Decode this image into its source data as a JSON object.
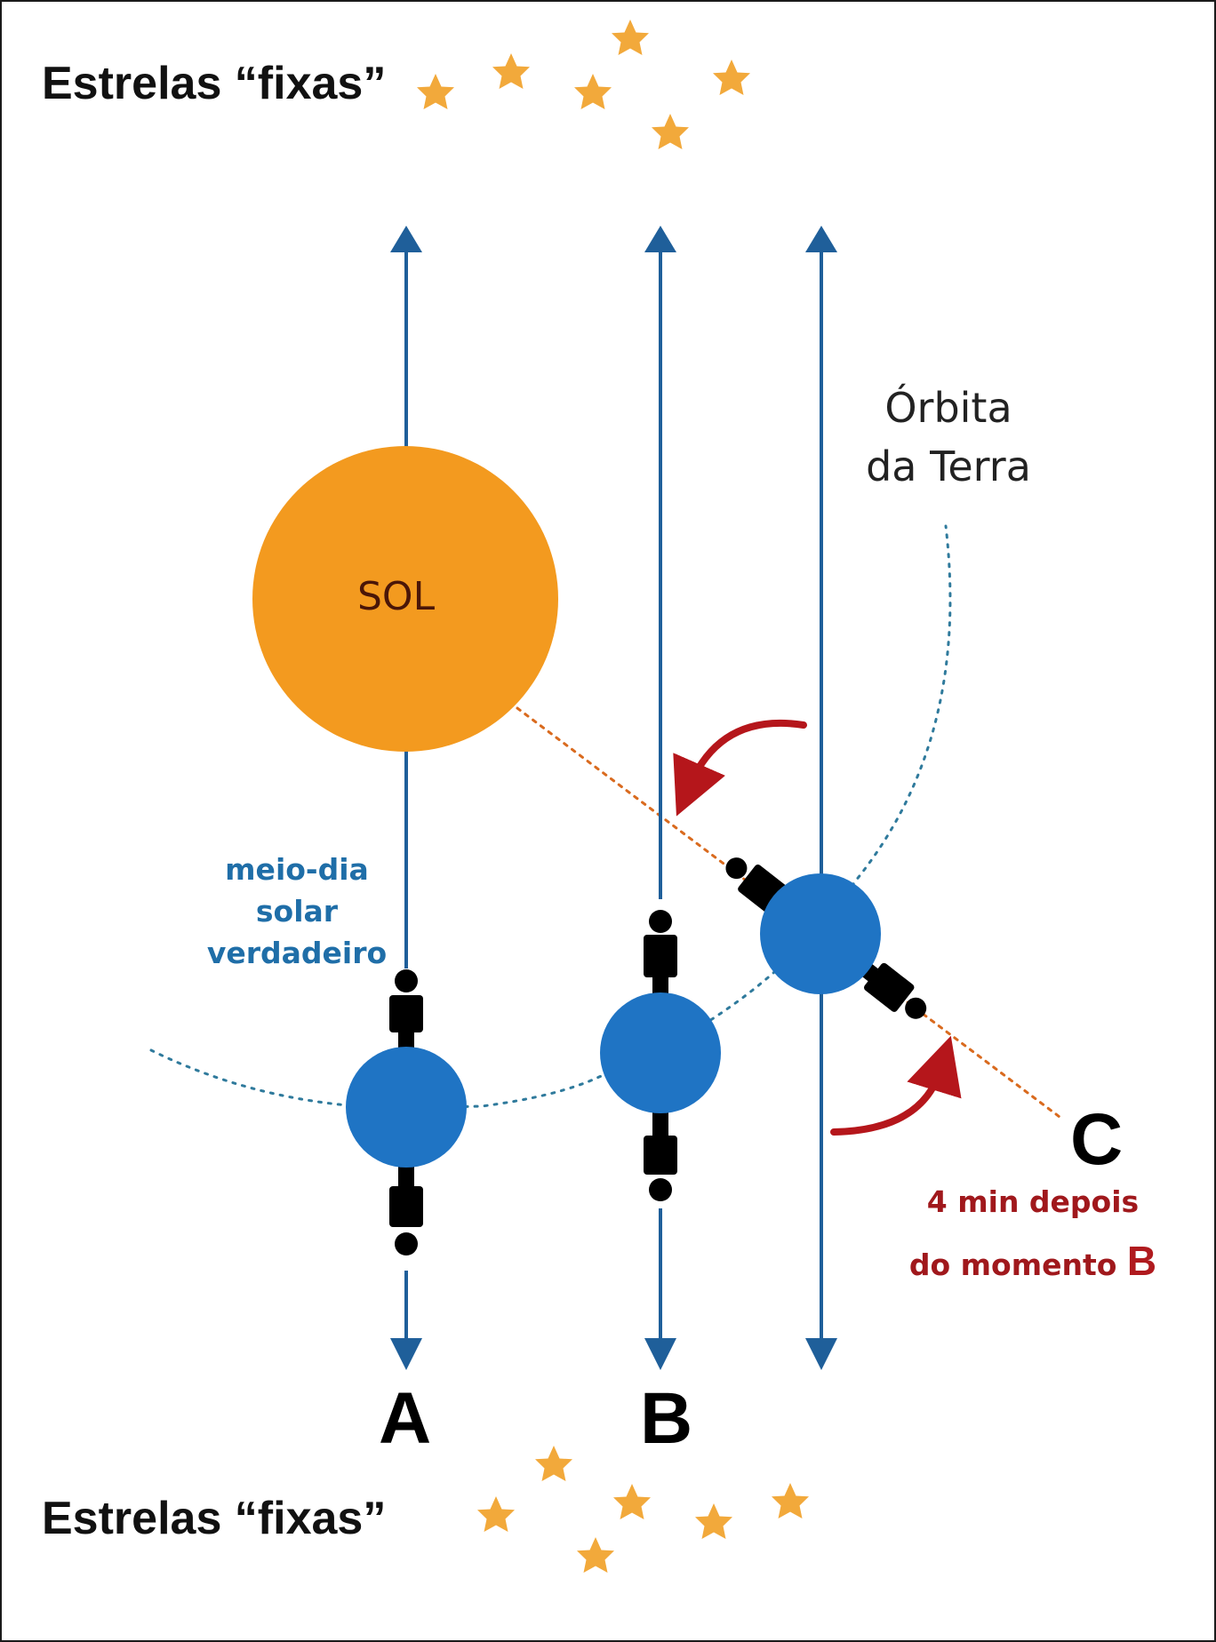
{
  "labels": {
    "stars_top": "Estrelas “fixas”",
    "stars_bottom": "Estrelas “fixas”",
    "sun": "SOL",
    "orbit_line1": "Órbita",
    "orbit_line2": "da Terra",
    "position_a": "A",
    "position_b": "B",
    "position_c": "C",
    "noon_line1": "meio-dia",
    "noon_line2": "solar",
    "noon_line3": "verdadeiro",
    "delay_line1": "4 min depois",
    "delay_line2_prefix": "do momento ",
    "delay_line2_letter": "B"
  },
  "colors": {
    "sun": "#f39a1f",
    "earth": "#1f74c4",
    "direction_arrow": "#1f5f9a",
    "star": "#f2a93b",
    "rotation_arrow": "#b5161b",
    "orbit_dots": "#2f7a9c",
    "sun_line_dots": "#d96a1e",
    "observer": "#000000",
    "noon_text": "#1f6ea8",
    "delay_text": "#a0181c"
  },
  "icons": {
    "star": "star-icon",
    "sun": "sun-circle",
    "earth": "earth-circle",
    "observer": "observer-marker-icon",
    "rotation": "curved-arrow-icon"
  }
}
